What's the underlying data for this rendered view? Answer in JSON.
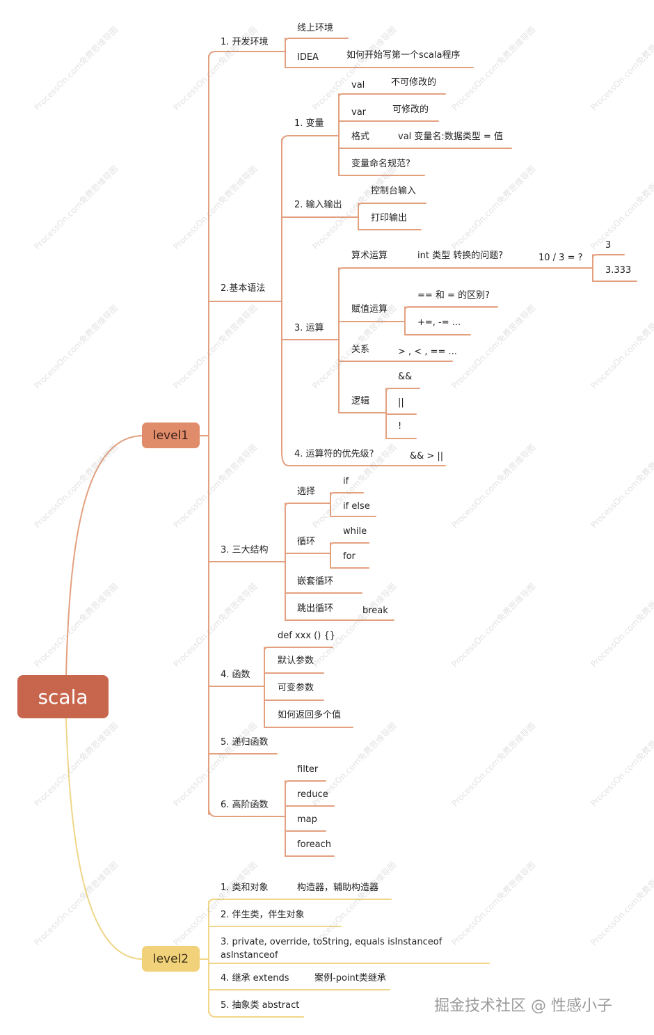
{
  "root": {
    "label": "scala"
  },
  "colors": {
    "root": "#c8654d",
    "level1": "#e08c6b",
    "level2": "#f1d27a",
    "line1": "#e3a07f",
    "line2": "#efd688"
  },
  "watermark": "ProcessOn.com免费思维导图",
  "footer": "掘金技术社区 @ 性感小子",
  "level1": {
    "label": "level1",
    "dev_env": {
      "label": "1. 开发环境",
      "online": "线上环境",
      "idea": "IDEA",
      "first_program": "如何开始写第一个scala程序"
    },
    "basic_syntax": {
      "label": "2.基本语法",
      "variables": {
        "label": "1. 变量",
        "val": "val",
        "val_desc": "不可修改的",
        "var": "var",
        "var_desc": "可修改的",
        "format": "格式",
        "format_desc": "val 变量名:数据类型 = 值",
        "naming": "变量命名规范?"
      },
      "io": {
        "label": "2. 输入输出",
        "console_input": "控制台输入",
        "print_output": "打印输出"
      },
      "ops": {
        "label": "3. 运算",
        "arith": "算术运算",
        "int_issue": "int 类型 转换的问题?",
        "div_question": "10 / 3 = ?",
        "ans1": "3",
        "ans2": "3.333",
        "assign": "赋值运算",
        "eq_diff": "== 和 = 的区别?",
        "compound": "+=,   -=  ...",
        "relation": "关系",
        "relation_ops": "> , < , == ...",
        "logic": "逻辑",
        "and": "&&",
        "or": "||",
        "not": "!"
      },
      "priority": {
        "label": "4. 运算符的优先级?",
        "value": "&& > ||"
      }
    },
    "structures": {
      "label": "3. 三大结构",
      "choose": "选择",
      "if": "if",
      "if_else": "if else",
      "loop": "循环",
      "while": "while",
      "for": "for",
      "nested": "嵌套循环",
      "break_loop": "跳出循环",
      "break": "break"
    },
    "functions": {
      "label": "4. 函数",
      "def": "def xxx () {}",
      "default_params": "默认参数",
      "varargs": "可变参数",
      "multi_return": "如何返回多个值"
    },
    "recursion": {
      "label": "5. 递归函数"
    },
    "higher_order": {
      "label": "6. 高阶函数",
      "filter": "filter",
      "reduce": "reduce",
      "map": "map",
      "foreach": "foreach"
    }
  },
  "level2": {
    "label": "level2",
    "class_object": "1. 类和对象",
    "constructors": "构造器，辅助构造器",
    "companion": "2. 伴生类，伴生对象",
    "methods_line1": "3. private, override, toString, equals isInstanceof",
    "methods_line2": "asInstanceof",
    "inherit": "4. 继承 extends",
    "inherit_case": "案例-point类继承",
    "abstract": "5. 抽象类 abstract"
  }
}
